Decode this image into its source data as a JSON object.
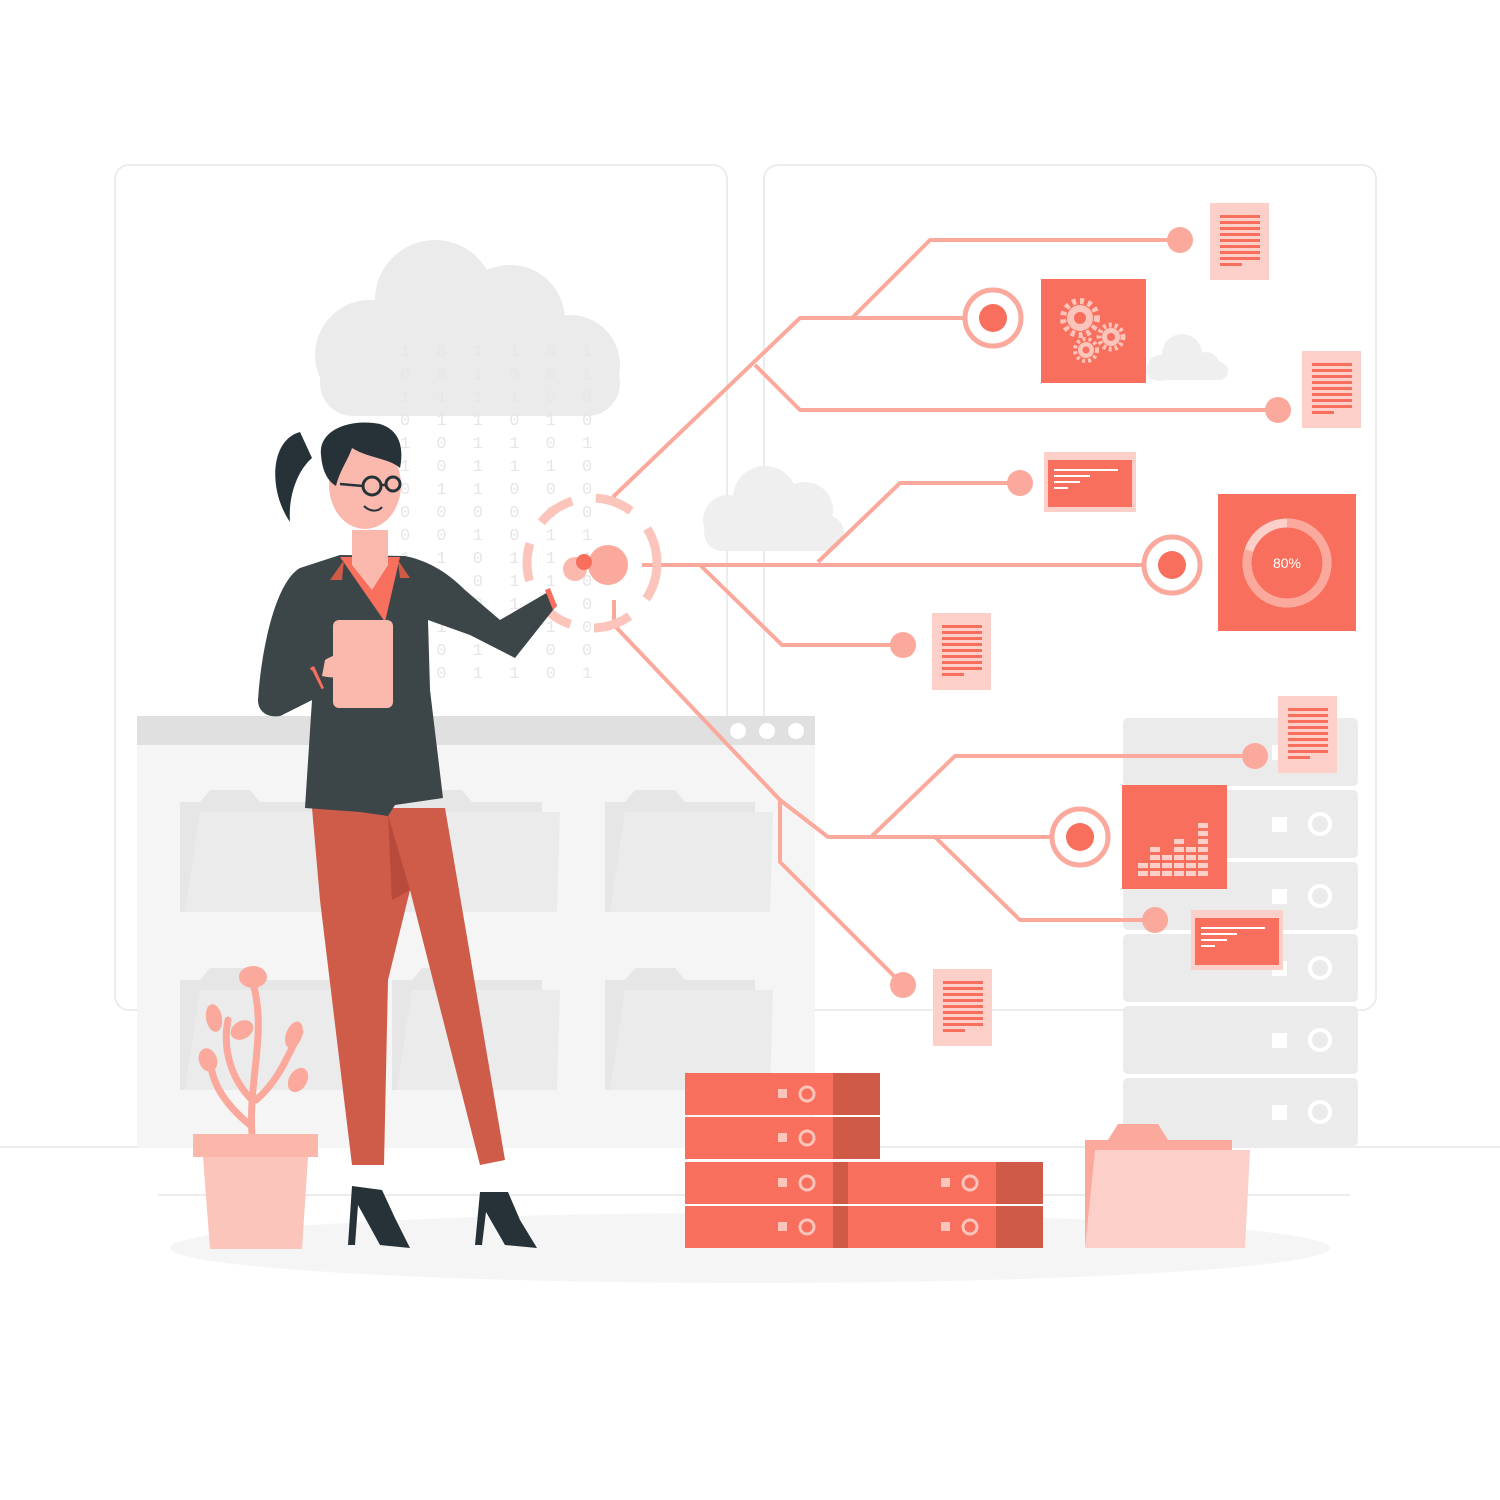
{
  "illustration": {
    "donut_label": "80%",
    "donut_value": 0.8,
    "binary_rows": [
      "1 0 1 1 0 1",
      "0 0 1 0 0 1",
      "1 1 1 1 0 0",
      "0 1 1 0 1 0",
      "1 0 1 1 0 1",
      "1 0 1 1 1 0",
      "0 1 1 0 0 0",
      "0 0 0 0 1 0",
      "0 0 1 0 1 1",
      "1 1 0 1 1 1",
      "0 1 0 1 1 0",
      "1 0 0 1 1 0",
      "0 1 0 1 1 0",
      "1 0 1 0 0 0",
      "0 0 1 1 0 1"
    ],
    "colors": {
      "accent": "#f96f5d",
      "accent_dark": "#d05a48",
      "accent_light": "#fba99c",
      "accent_pale": "#fcd0c9",
      "suit": "#3c4548",
      "pants": "#cf5b49",
      "gray_bg": "#f5f5f5",
      "gray_mid": "#e0e0e0"
    }
  }
}
